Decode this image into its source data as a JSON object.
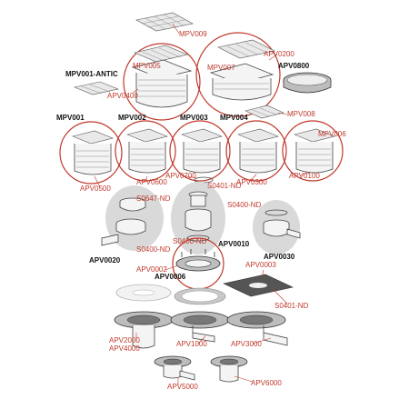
{
  "labels": {
    "mpv009": "MPV009",
    "mpv005": "MPV005",
    "mpv007": "MPV007",
    "apv0200": "APV0200",
    "apv0800": "APV0800",
    "mpv001antic": "MPV001-ANTIC",
    "apv0400": "APV0400",
    "mpv008": "MPV008",
    "mpv001": "MPV001",
    "mpv002": "MPV002",
    "mpv003": "MPV003",
    "mpv004": "MPV004",
    "mpv006": "MPV006",
    "apv0500": "APV0500",
    "apv0600": "APV0600",
    "apv0700": "APV0700",
    "apv0300": "APV0300",
    "apv0100": "APV0100",
    "s0647nd": "S0647-ND",
    "s0401nd_a": "S0401-ND",
    "s0400nd_a": "S0400-ND",
    "s0400nd_b": "S0400-ND",
    "apv0010": "APV0010",
    "apv0020": "APV0020",
    "apv0030": "APV0030",
    "apv0002": "APV0002",
    "apv0006": "APV0006",
    "apv0003": "APV0003",
    "s0401nd_b": "S0401-ND",
    "apv2000": "APV2000",
    "apv4000": "APV4000",
    "apv1000": "APV1000",
    "apv3000": "APV3000",
    "apv5000": "APV5000",
    "apv6000": "APV6000"
  }
}
